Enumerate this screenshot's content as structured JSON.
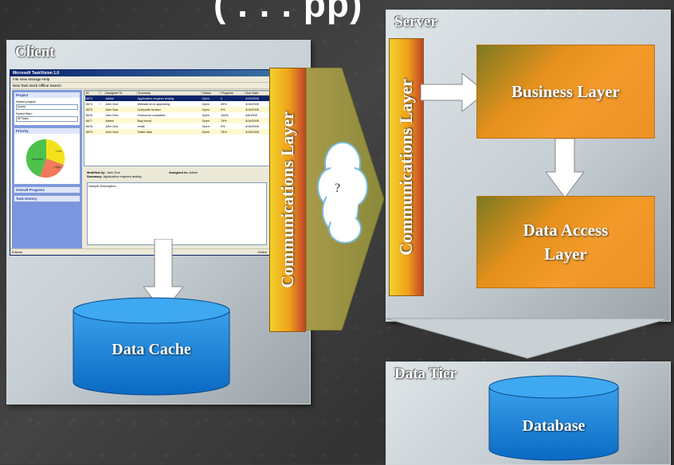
{
  "title_fragment": "( . . . pp)",
  "client": {
    "label": "Client",
    "data_cache": "Data Cache",
    "app": {
      "title": "Microsoft TaskVision 1.0",
      "menu": "File  View  Manage  Help",
      "toolbar": "New Task   Work Offline   Search",
      "project_header": "Project",
      "select_project_label": "Select project:",
      "select_project_value": "(none)",
      "select_filter_label": "Select filter:",
      "select_filter_value": "All Tasks",
      "priority_header": "Priority",
      "pie_labels": [
        "Low",
        "Medium",
        "High"
      ],
      "overall_progress": "Overall Progress",
      "task_history": "Task History",
      "columns": [
        "ID",
        "!",
        "Assigned To",
        "Summary",
        "Status",
        "Progress",
        "Due Date"
      ],
      "rows": [
        [
          "5673",
          "",
          "Admin",
          "Application requires testing",
          "Open",
          "0",
          "4/15/2005"
        ],
        [
          "5674",
          "!",
          "John Doe",
          "Website error appearing",
          "Open",
          "25%",
          "4/15/2005"
        ],
        [
          "5675",
          "",
          "John Doe",
          "Computer broken",
          "Open",
          "0%",
          "4/15/2005"
        ],
        [
          "5676",
          "",
          "John Doe",
          "Consumer complaint",
          "Open",
          "100%",
          "4/6/2005"
        ],
        [
          "5677",
          "",
          "Admin",
          "Bug found",
          "Open",
          "75%",
          "4/15/2005"
        ],
        [
          "5678",
          "",
          "John Doe",
          "resist",
          "Open",
          "0%",
          "4/15/2005"
        ],
        [
          "5679",
          "",
          "John Doe",
          "Tester task",
          "Open",
          "75%",
          "4/15/2005"
        ]
      ],
      "modified_by_label": "Modified by:",
      "modified_by_value": "John Doe",
      "assigned_to_label": "Assigned to:",
      "assigned_to_value": "Admin",
      "summary_label": "Summary:",
      "summary_value": "Application requires testing",
      "description_value": "Sample Description",
      "status_left": "8 items",
      "status_right": "Online"
    }
  },
  "communications_layer": "Communications Layer",
  "cloud_label": "?",
  "server": {
    "label": "Server",
    "communications_layer": "Communications Layer",
    "business_layer": "Business Layer",
    "data_access_layer": "Data Access Layer"
  },
  "data_tier": {
    "label": "Data Tier",
    "database": "Database"
  },
  "colors": {
    "orange": "#f09a2a",
    "cylinder_blue": "#1f86d6",
    "panel_grey": "#c5ced3"
  }
}
